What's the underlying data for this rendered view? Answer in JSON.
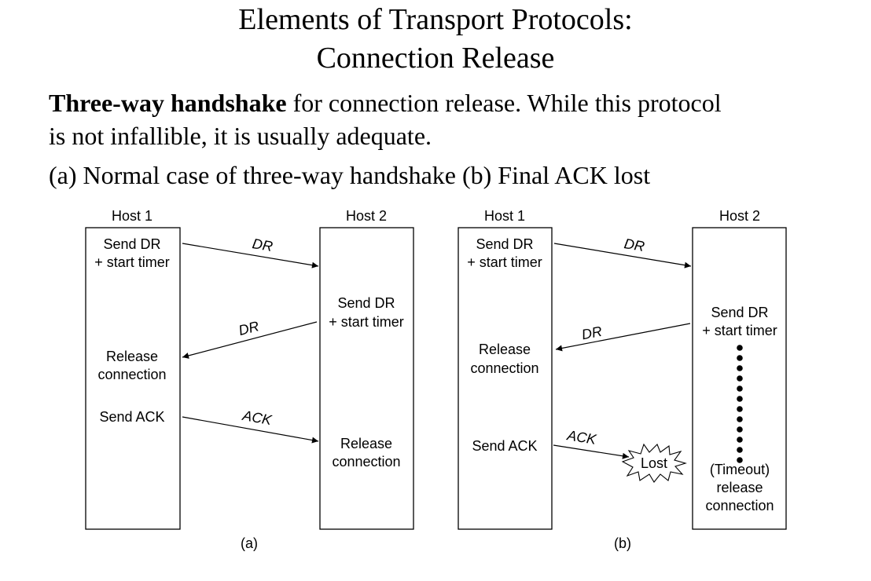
{
  "title": {
    "line1": "Elements of Transport Protocols:",
    "line2": "Connection Release"
  },
  "intro": {
    "bold": "Three-way handshake",
    "line1_rest": " for connection release. While this protocol",
    "line2": "is not infallible, it is usually adequate.",
    "line3": "(a) Normal case of three-way handshake (b) Final ACK lost"
  },
  "diagram_a": {
    "caption": "(a)",
    "host1": {
      "label": "Host 1",
      "send_dr_1": "Send DR",
      "send_dr_2": "+ start timer",
      "release_1": "Release",
      "release_2": "connection",
      "send_ack": "Send ACK"
    },
    "host2": {
      "label": "Host 2",
      "send_dr_1": "Send DR",
      "send_dr_2": "+ start timer",
      "release_1": "Release",
      "release_2": "connection"
    },
    "msg1": "DR",
    "msg2": "DR",
    "msg3": "ACK"
  },
  "diagram_b": {
    "caption": "(b)",
    "host1": {
      "label": "Host 1",
      "send_dr_1": "Send DR",
      "send_dr_2": "+ start timer",
      "release_1": "Release",
      "release_2": "connection",
      "send_ack": "Send ACK"
    },
    "host2": {
      "label": "Host 2",
      "send_dr_1": "Send DR",
      "send_dr_2": "+ start timer",
      "timeout": "(Timeout)",
      "release_1": "release",
      "release_2": "connection"
    },
    "msg1": "DR",
    "msg2": "DR",
    "msg3": "ACK",
    "lost": "Lost"
  }
}
